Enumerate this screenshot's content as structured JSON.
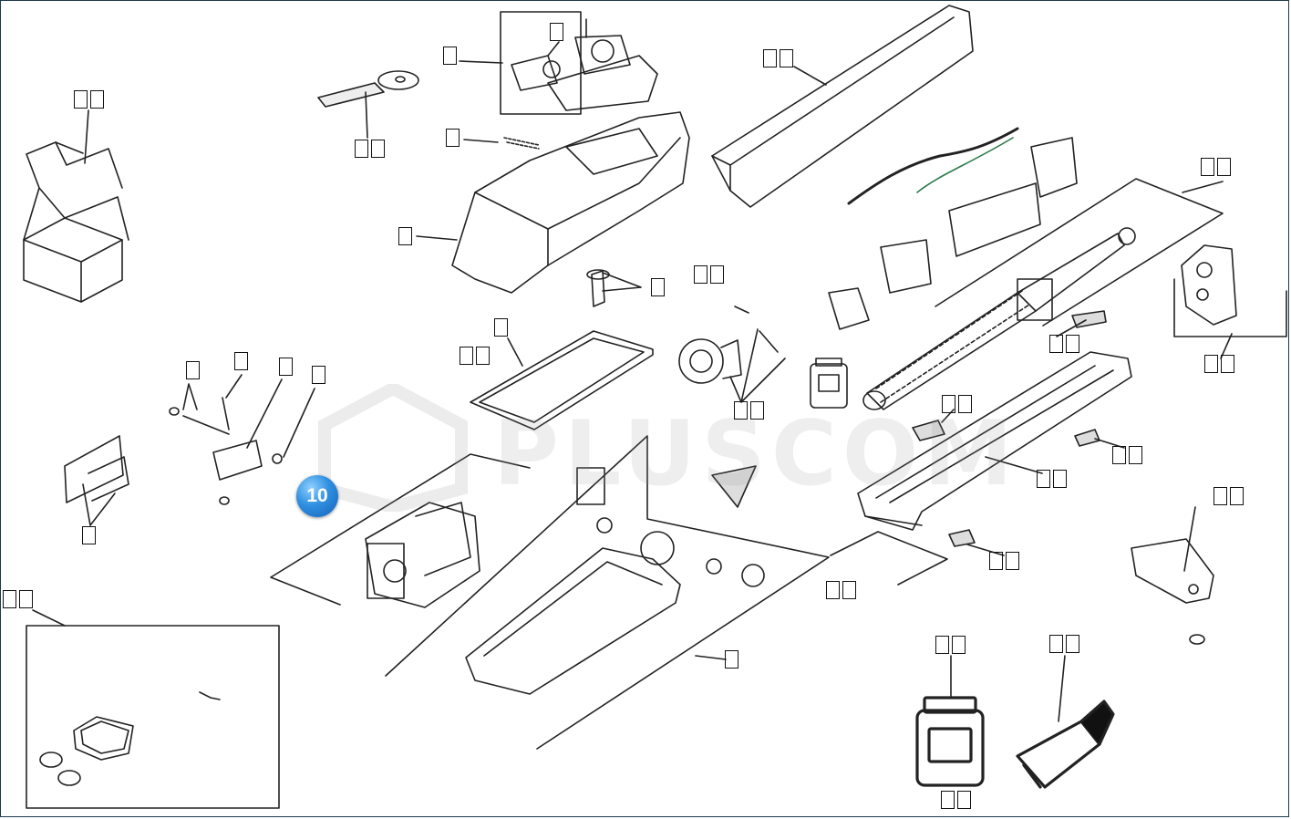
{
  "diagram": {
    "callout_badge": "10",
    "watermark": "PLUSCOM",
    "labels": [
      {
        "id": "box",
        "text": ""
      },
      {
        "id": "key",
        "text": ""
      },
      {
        "id": "screw-top",
        "text": ""
      },
      {
        "id": "lock",
        "text": ""
      },
      {
        "id": "clip",
        "text": ""
      },
      {
        "id": "cover",
        "text": ""
      },
      {
        "id": "arm-pin",
        "text": ""
      },
      {
        "id": "gasket-a",
        "text": ""
      },
      {
        "id": "gasket-b",
        "text": ""
      },
      {
        "id": "pins",
        "text": ""
      },
      {
        "id": "bracket-pin-1",
        "text": ""
      },
      {
        "id": "bracket-pin-2",
        "text": ""
      },
      {
        "id": "bracket-pin-3",
        "text": ""
      },
      {
        "id": "bracket-pin-4",
        "text": ""
      },
      {
        "id": "front-bracket",
        "text": ""
      },
      {
        "id": "gear-pins",
        "text": ""
      },
      {
        "id": "top-cover",
        "text": ""
      },
      {
        "id": "screw-rod",
        "text": ""
      },
      {
        "id": "end-cap",
        "text": ""
      },
      {
        "id": "slider",
        "text": ""
      },
      {
        "id": "stop-1",
        "text": ""
      },
      {
        "id": "stop-2",
        "text": ""
      },
      {
        "id": "rail",
        "text": ""
      },
      {
        "id": "rear-bracket",
        "text": ""
      },
      {
        "id": "screws-set",
        "text": ""
      },
      {
        "id": "stop-3",
        "text": ""
      },
      {
        "id": "base",
        "text": ""
      },
      {
        "id": "control-box",
        "text": ""
      },
      {
        "id": "grease-jar",
        "text": ""
      },
      {
        "id": "grease-tube",
        "text": ""
      }
    ]
  }
}
